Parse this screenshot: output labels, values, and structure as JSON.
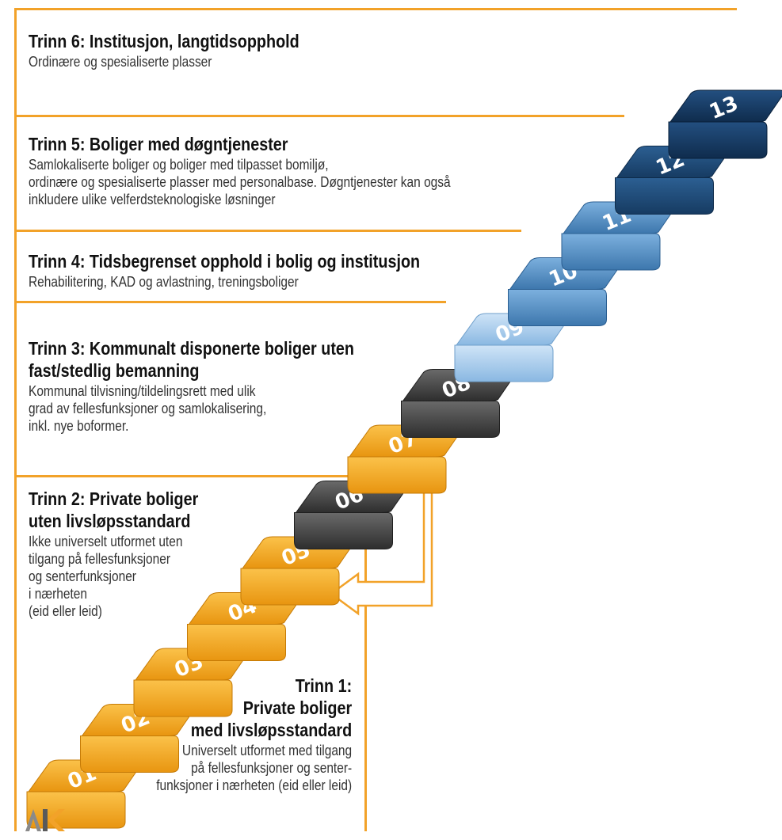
{
  "colors": {
    "frame": "#f2a229",
    "step_orange": "#f5a71a",
    "step_gray": "#4a4a4a",
    "step_light_blue": "#a8cdee",
    "step_mid_blue": "#5b95c9",
    "step_dark_blue": "#1d4a78",
    "step_navy": "#163a63",
    "arrow": "#f2a229"
  },
  "levels": [
    {
      "title": [
        "Trinn 6: Institusjon, langtidsopphold"
      ],
      "description": [
        "Ordinære og spesialiserte plasser"
      ]
    },
    {
      "title": [
        "Trinn 5: Boliger med døgntjenester"
      ],
      "description": [
        "Samlokaliserte boliger og boliger med tilpasset bomiljø,",
        "ordinære og spesialiserte plasser med personalbase. Døgntjenester kan også",
        "inkludere ulike velferdsteknologiske løsninger"
      ]
    },
    {
      "title": [
        "Trinn 4: Tidsbegrenset opphold i bolig og institusjon"
      ],
      "description": [
        "Rehabilitering, KAD og avlastning, treningsboliger"
      ]
    },
    {
      "title": [
        "Trinn 3: Kommunalt disponerte boliger uten",
        "fast/stedlig bemanning"
      ],
      "description": [
        "Kommunal tilvisning/tildelingsrett med ulik",
        "grad av fellesfunksjoner og samlokalisering,",
        "inkl. nye boformer."
      ]
    },
    {
      "title": [
        "Trinn 2: Private boliger",
        "uten livsløpsstandard"
      ],
      "description": [
        "Ikke universelt utformet uten",
        "tilgang på fellesfunksjoner",
        "og senterfunksjoner",
        "i nærheten",
        "(eid eller leid)"
      ]
    },
    {
      "title": [
        "Trinn 1:",
        "Private boliger",
        "med livsløpsstandard"
      ],
      "description": [
        "Universelt utformet med tilgang",
        "på fellesfunksjoner og senter-",
        "funksjoner i nærheten (eid eller leid)"
      ]
    }
  ],
  "steps": [
    {
      "label": "01",
      "color": "orange"
    },
    {
      "label": "02",
      "color": "orange"
    },
    {
      "label": "03",
      "color": "orange"
    },
    {
      "label": "04",
      "color": "orange"
    },
    {
      "label": "05",
      "color": "orange"
    },
    {
      "label": "06",
      "color": "gray"
    },
    {
      "label": "07",
      "color": "orange"
    },
    {
      "label": "08",
      "color": "gray"
    },
    {
      "label": "09",
      "color": "light_blue"
    },
    {
      "label": "10",
      "color": "mid_blue"
    },
    {
      "label": "11",
      "color": "mid_blue"
    },
    {
      "label": "12",
      "color": "dark_blue"
    },
    {
      "label": "13",
      "color": "navy"
    }
  ],
  "logo": {
    "text": "AK"
  }
}
